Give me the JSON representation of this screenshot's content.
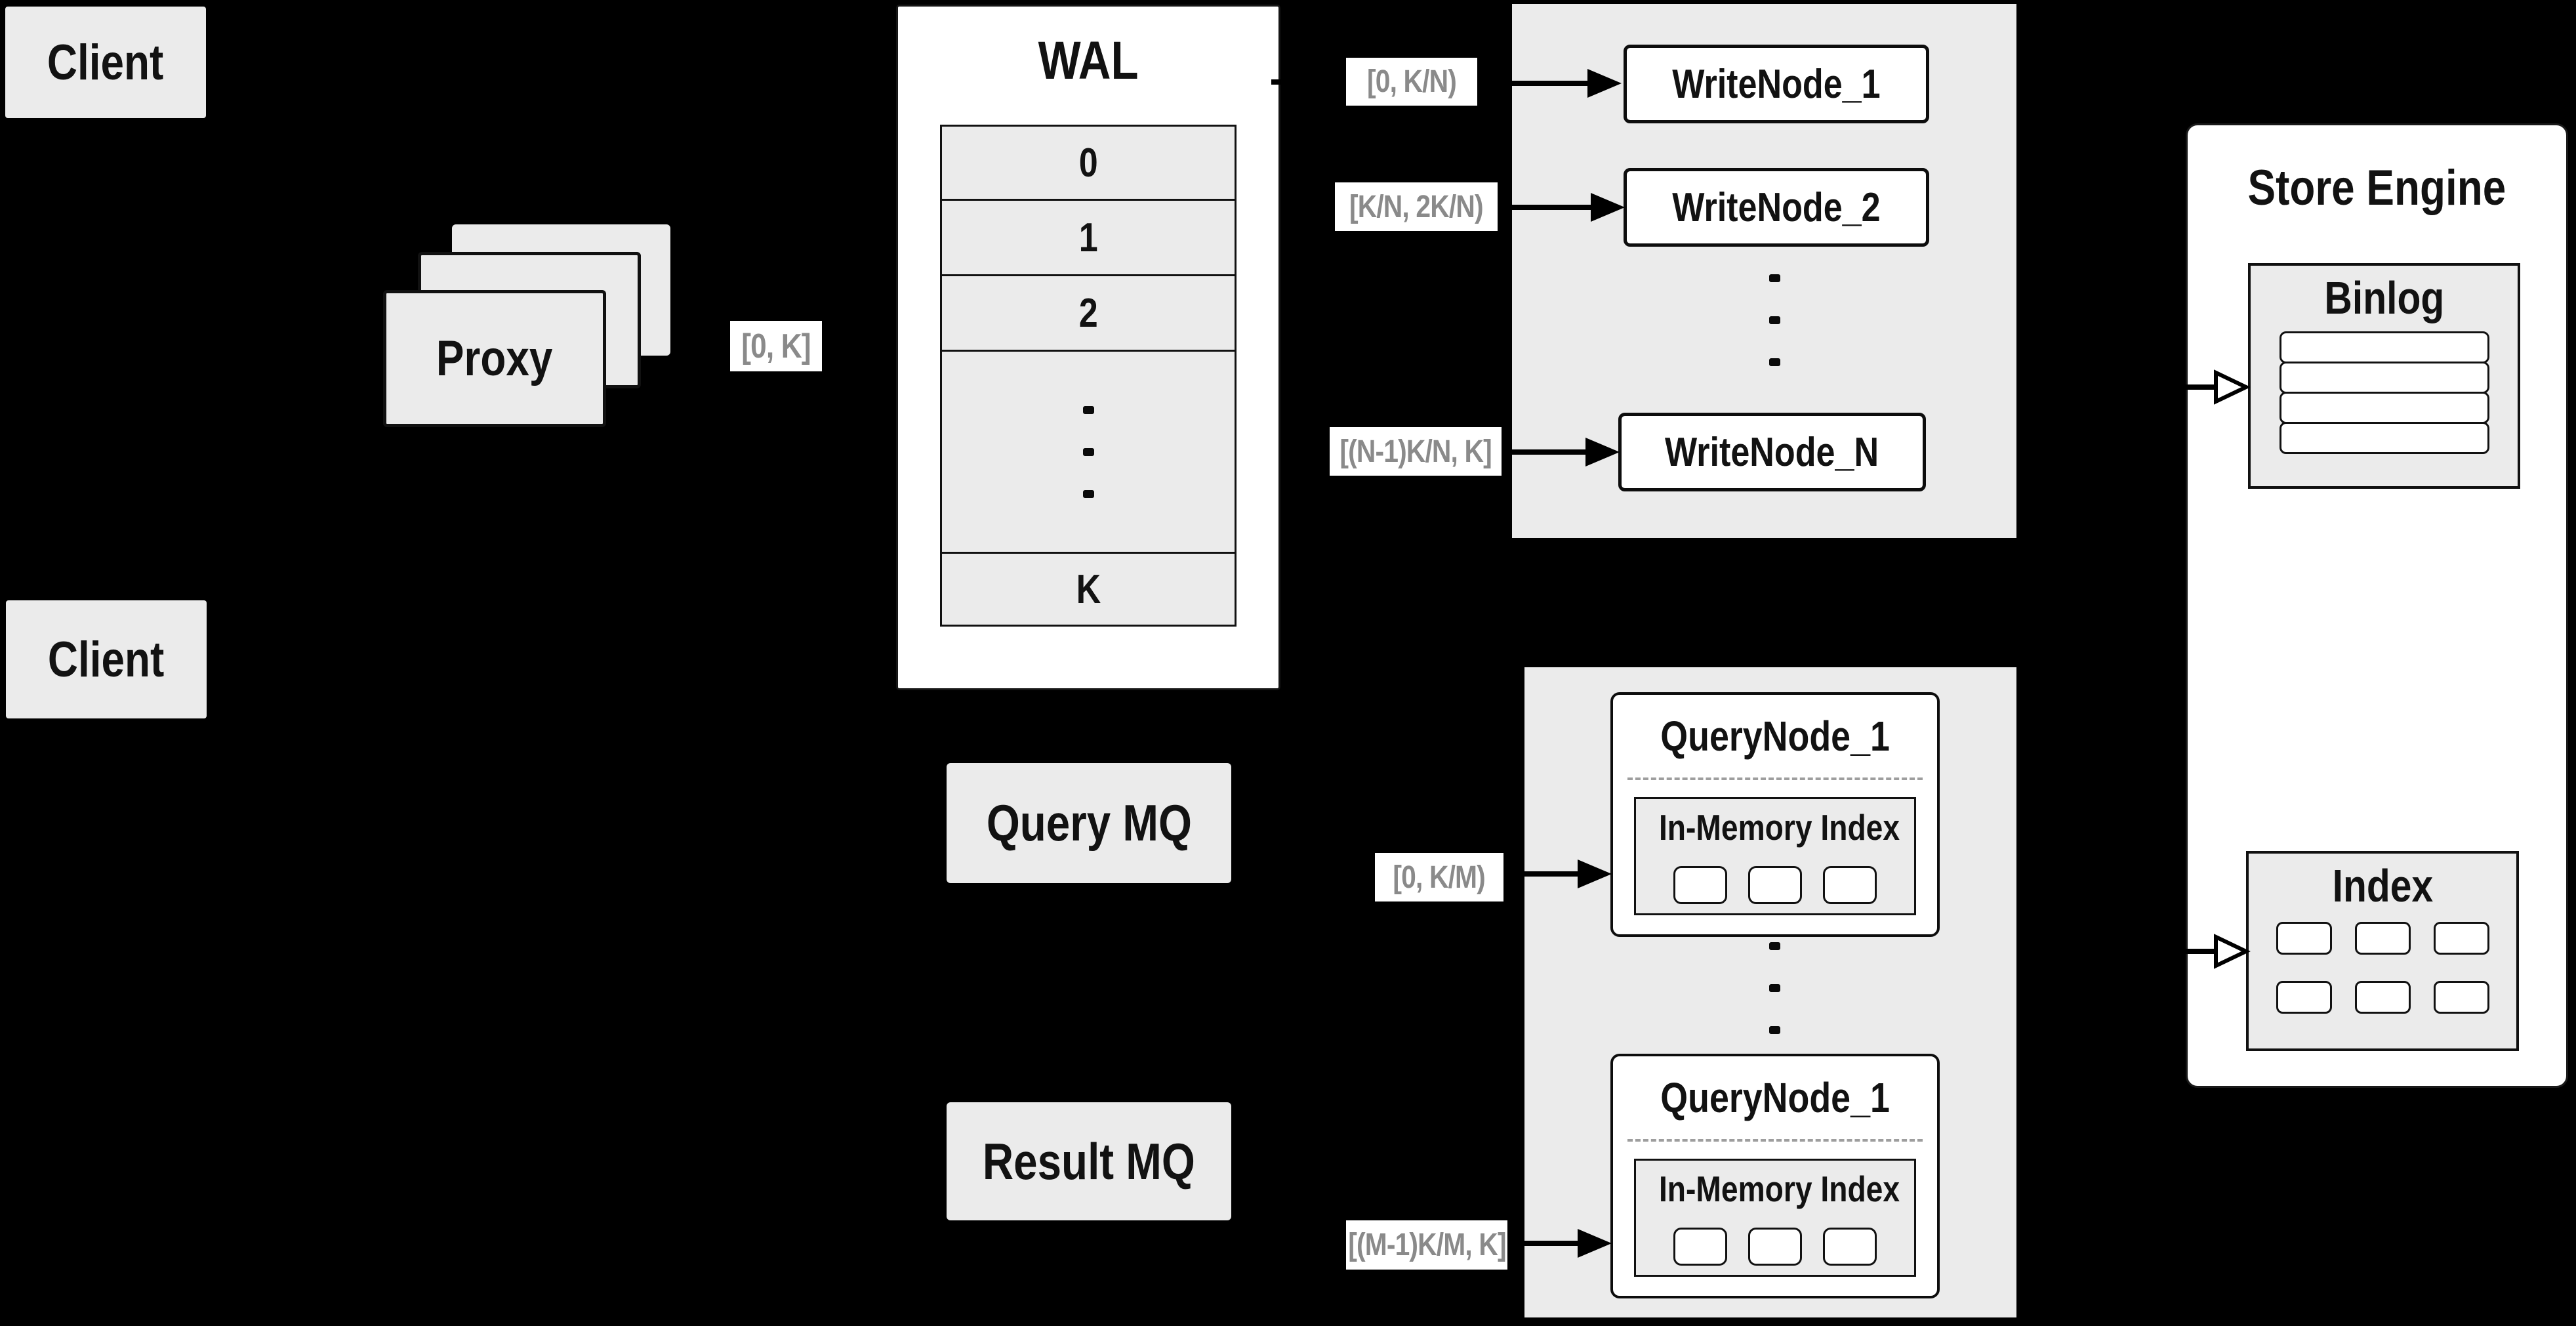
{
  "colors": {
    "background": "#000000",
    "panel_fill": "#ebebeb",
    "node_fill": "#ffffff",
    "border": "#111111",
    "range_label_text": "#8a8a8a",
    "dashed_separator": "#9e9e9e",
    "arrow": "#000000"
  },
  "nodes": {
    "client_top": {
      "label": "Client"
    },
    "client_bottom": {
      "label": "Client"
    },
    "proxy": {
      "label": "Proxy"
    },
    "wal": {
      "title": "WAL",
      "rows": [
        "0",
        "1",
        "2"
      ],
      "last_row": "K"
    },
    "write_nodes": [
      "WriteNode_1",
      "WriteNode_2",
      "WriteNode_N"
    ],
    "query_mq": {
      "label": "Query MQ"
    },
    "result_mq": {
      "label": "Result MQ"
    },
    "query_nodes": [
      {
        "title": "QueryNode_1",
        "index_title": "In-Memory Index"
      },
      {
        "title": "QueryNode_1",
        "index_title": "In-Memory Index"
      }
    ],
    "store_engine": {
      "title": "Store Engine",
      "binlog_title": "Binlog",
      "index_title": "Index"
    }
  },
  "range_labels": {
    "proxy_to_wal": "[0, K]",
    "wal_to_write_1": "[0, K/N)",
    "wal_to_write_2": "[K/N, 2K/N)",
    "wal_to_write_n": "[(N-1)K/N, K]",
    "mq_to_query_1": "[0, K/M)",
    "mq_to_query_m": "[(M-1)K/M, K]"
  }
}
